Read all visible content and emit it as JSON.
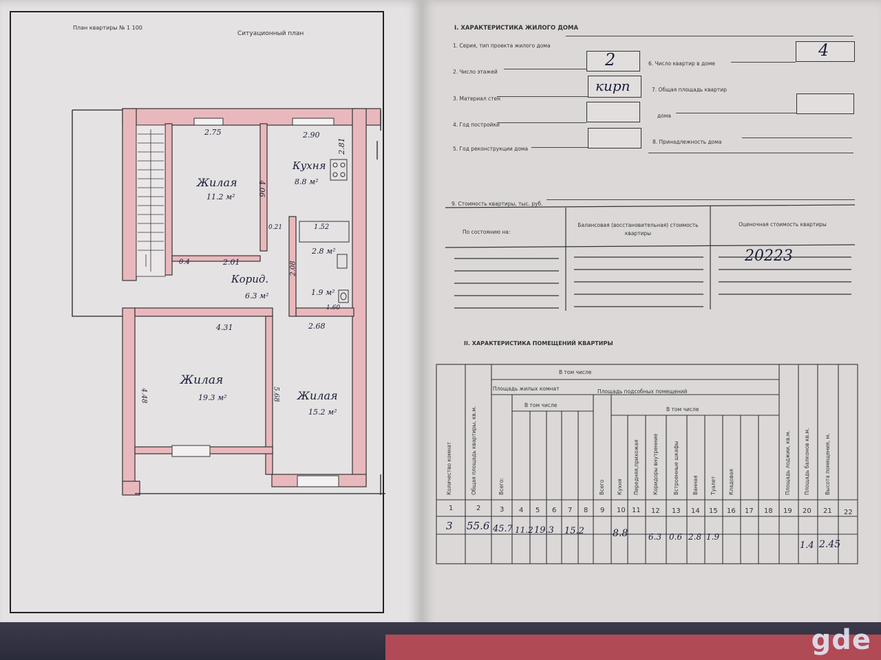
{
  "left": {
    "header_left": "План квартиры № 1 100",
    "header_center": "Ситуационный план",
    "rooms": {
      "room1_name": "Жилая",
      "room1_area": "11.2 м²",
      "kitchen_name": "Кухня",
      "kitchen_area": "8.8 м²",
      "corridor_name": "Корид.",
      "corridor_area": "6.3 м²",
      "room2_name": "Жилая",
      "room2_area": "19.3 м²",
      "room3_name": "Жилая",
      "room3_area": "15.2 м²",
      "bath_area": "2.8 м²",
      "wc_area": "1.9 м²"
    },
    "dims": {
      "d275": "2.75",
      "d290": "2.90",
      "d406": "4.06",
      "d281": "2.81",
      "d021": "0.21",
      "d152": "1.52",
      "d04": "0.4",
      "d201": "2.01",
      "d208": "2.08",
      "d160": "1.60",
      "d431": "4.31",
      "d268": "2.68",
      "d448": "4.48",
      "d568": "5.68"
    }
  },
  "right": {
    "section1_title": "I. ХАРАКТЕРИСТИКА ЖИЛОГО ДОМА",
    "f1": "1. Серия, тип проекта жилого дома",
    "f2": "2. Число этажей",
    "f2_value": "2",
    "f3": "3. Материал стен",
    "f3_value": "кирп",
    "f4": "4. Год постройки",
    "f5": "5. Год реконструкции дома",
    "f6": "6. Число квартир в доме",
    "f6_value": "4",
    "f7a": "7. Общая площадь квартир",
    "f7b": "дома",
    "f8": "8. Принадлежность дома",
    "f9": "9. Стоимость квартиры, тыс. руб.",
    "cost_col1": "По состоянию на:",
    "cost_col2": "Балансовая (восстановительная) стоимость квартиры",
    "cost_col3": "Оценочная стоимость квартиры",
    "cost_value": "20223",
    "section2_title": "II. ХАРАКТЕРИСТИКА ПОМЕЩЕНИЙ КВАРТИРЫ",
    "t_v_tom_chisle": "В том числе",
    "t_zhil": "Площадь жилых комнат",
    "t_podsob": "Площадь подсобных помещений",
    "t_v_tom_chisle2": "В том числе",
    "t_v_tom_chisle3": "В том числе",
    "col_labels": {
      "c1": "Количество комнат",
      "c2": "Общая площадь квартиры, кв.м.",
      "c3": "Всего:",
      "c9": "Всего",
      "c10": "Кухня",
      "c11": "Передняя,прихожая",
      "c12": "Коридоры внутренние",
      "c13": "Встроенные шкафы",
      "c14": "Ванная",
      "c15": "Туалет",
      "c16": "Кладовая",
      "c19": "Площадь лоджии, кв.м.",
      "c20": "Площадь балконов кв.м.",
      "c21": "Высота помещения, м."
    },
    "col_numbers": [
      "1",
      "2",
      "3",
      "4",
      "5",
      "6",
      "7",
      "8",
      "9",
      "10",
      "11",
      "12",
      "13",
      "14",
      "15",
      "16",
      "17",
      "18",
      "19",
      "20",
      "21",
      "22"
    ],
    "row_values": {
      "v1": "3",
      "v2": "55.6",
      "v3": "45.7",
      "v4": "11.2",
      "v5": "19.3",
      "v7": "15.2",
      "v9": "8.8",
      "v12": "6.3",
      "v13": "0.6",
      "v14": "2.8",
      "v15": "1.9",
      "v20": "1.4",
      "v21": "2.45"
    }
  },
  "watermark": "gde"
}
